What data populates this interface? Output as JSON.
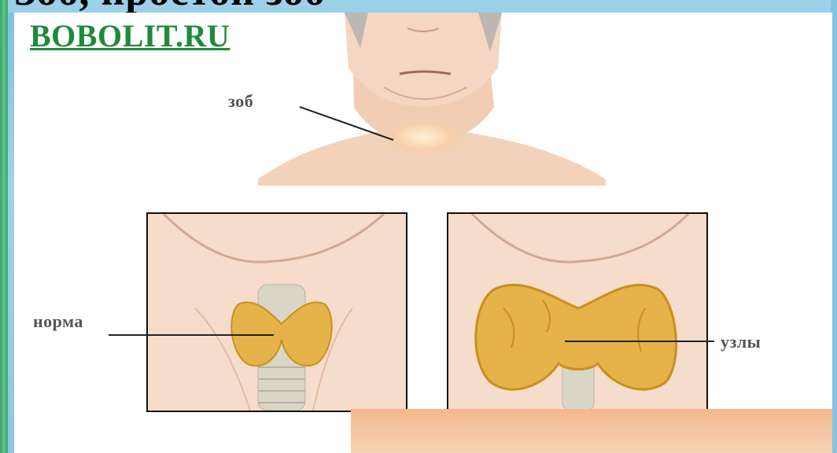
{
  "header": {
    "cut_title": "Зоб, простой зоб"
  },
  "brand": {
    "text": "BOBOLIT.RU",
    "color": "#1f8a3a"
  },
  "labels": {
    "goiter": "зоб",
    "normal": "норма",
    "nodes": "узлы"
  },
  "colors": {
    "skin": "#f3d2bb",
    "thyroid": "#e6b24a",
    "background": "#8cc7e3",
    "stripe": "#3aa56b"
  }
}
